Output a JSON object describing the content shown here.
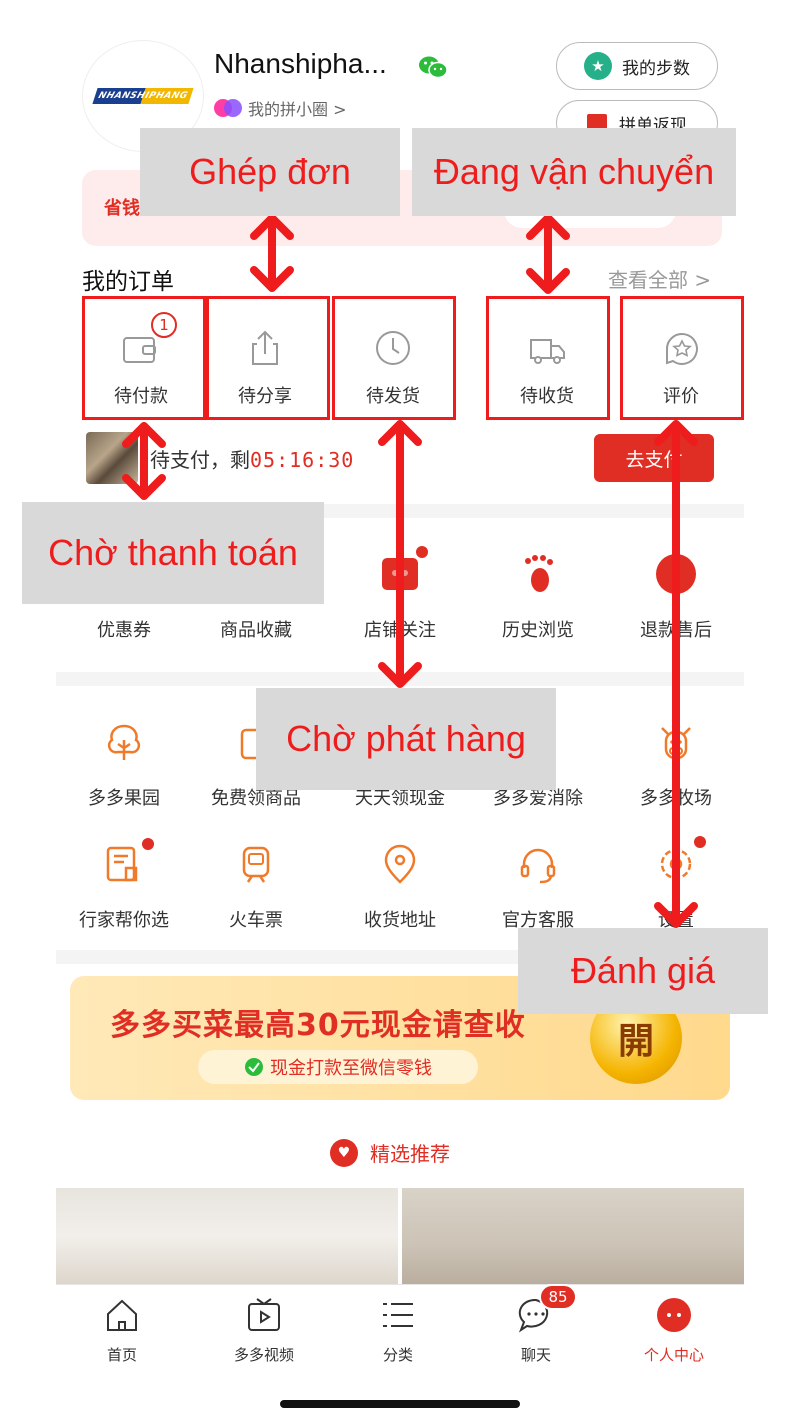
{
  "profile": {
    "username": "Nhanshipha...",
    "logo_text": "NHANSHIPHANG",
    "circle_link": "我的拼小圈 >",
    "steps_label": "我的步数",
    "rebate_label": "拼单返现",
    "save_banner_text": "省钱"
  },
  "orders": {
    "title": "我的订单",
    "view_all": "查看全部 >",
    "items": [
      {
        "label": "待付款",
        "badge": "1",
        "icon": "wallet-icon"
      },
      {
        "label": "待分享",
        "icon": "share-icon"
      },
      {
        "label": "待发货",
        "icon": "clock-icon"
      },
      {
        "label": "待收货",
        "icon": "truck-icon"
      },
      {
        "label": "评价",
        "icon": "review-icon"
      }
    ],
    "pending_prefix": "待支付，剩",
    "pending_timer": "05:16:30",
    "pay_button": "去支付"
  },
  "quick_links": [
    {
      "label": "优惠券",
      "icon": "coupon-icon"
    },
    {
      "label": "商品收藏",
      "icon": "favorite-icon"
    },
    {
      "label": "店铺关注",
      "icon": "store-icon"
    },
    {
      "label": "历史浏览",
      "icon": "footprint-icon"
    },
    {
      "label": "退款售后",
      "icon": "refund-icon"
    }
  ],
  "services_row1": [
    {
      "label": "多多果园",
      "icon": "tree-icon"
    },
    {
      "label": "免费领商品",
      "icon": "gift-icon"
    },
    {
      "label": "天天领现金",
      "icon": "cash-icon"
    },
    {
      "label": "多多爱消除",
      "icon": "game-icon"
    },
    {
      "label": "多多牧场",
      "icon": "cow-icon"
    }
  ],
  "services_row2": [
    {
      "label": "行家帮你选",
      "icon": "recommend-icon"
    },
    {
      "label": "火车票",
      "icon": "train-icon"
    },
    {
      "label": "收货地址",
      "icon": "location-icon"
    },
    {
      "label": "官方客服",
      "icon": "headset-icon"
    },
    {
      "label": "设置",
      "icon": "settings-icon"
    }
  ],
  "promo": {
    "title": "多多买菜最高30元现金请查收",
    "subtitle": "现金打款至微信零钱",
    "coin": "開"
  },
  "recommend_label": "精选推荐",
  "tabbar": [
    {
      "label": "首页",
      "icon": "home-icon"
    },
    {
      "label": "多多视频",
      "icon": "video-icon"
    },
    {
      "label": "分类",
      "icon": "category-icon"
    },
    {
      "label": "聊天",
      "icon": "chat-icon",
      "badge": "85"
    },
    {
      "label": "个人中心",
      "icon": "profile-icon",
      "active": true
    }
  ],
  "annotations": {
    "ghep_don": "Ghép đơn",
    "dang_van_chuyen": "Đang vận chuyển",
    "cho_thanh_toan": "Chờ thanh toán",
    "cho_phat_hang": "Chờ phát hàng",
    "danh_gia": "Đánh giá"
  },
  "colors": {
    "brand_red": "#e02e24",
    "annotation_red": "#ee1c1c",
    "annotation_bg": "#d9d9d9",
    "service_orange": "#f07a2a"
  }
}
